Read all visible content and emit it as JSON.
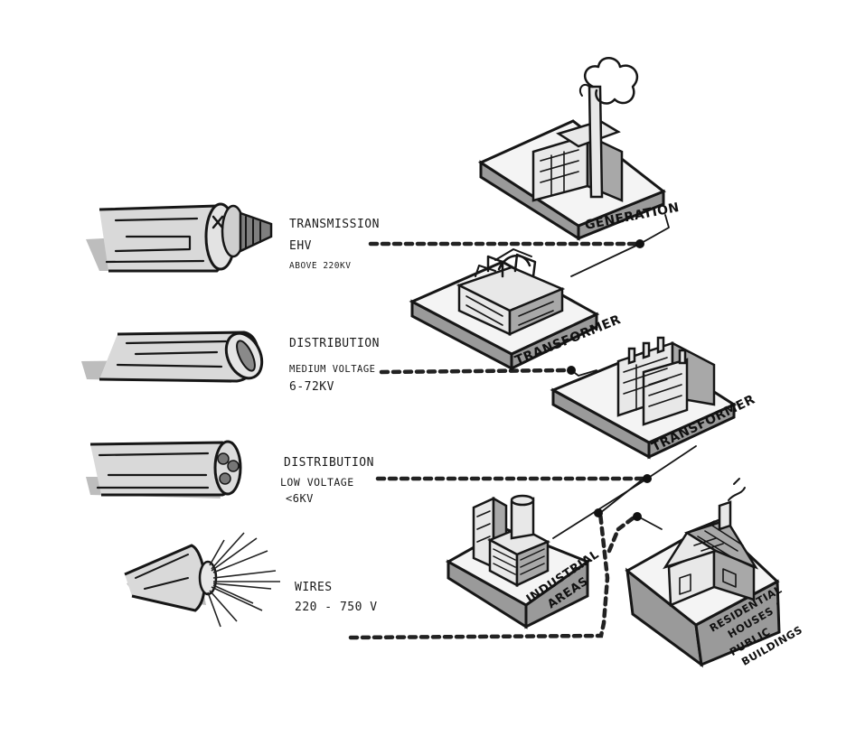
{
  "cables": [
    {
      "id": "transmission",
      "lines": [
        "TRANSMISSION",
        "EHV",
        "ABOVE 220KV"
      ]
    },
    {
      "id": "distribution-medium",
      "lines": [
        "DISTRIBUTION",
        "MEDIUM VOLTAGE",
        "6-72KV"
      ]
    },
    {
      "id": "distribution-low",
      "lines": [
        "DISTRIBUTION",
        "LOW VOLTAGE",
        "<6KV"
      ]
    },
    {
      "id": "wires",
      "lines": [
        "WIRES",
        "220 - 750 V"
      ]
    }
  ],
  "facilities": {
    "generation": "GENERATION",
    "transformer_1": "TRANSFORMER",
    "transformer_2": "TRANSFORMER",
    "industrial": [
      "INDUSTRIAL",
      "AREAS"
    ],
    "residential": [
      "RESIDENTIAL",
      "HOUSES /",
      "PUBLIC",
      "BUILDINGS"
    ]
  }
}
